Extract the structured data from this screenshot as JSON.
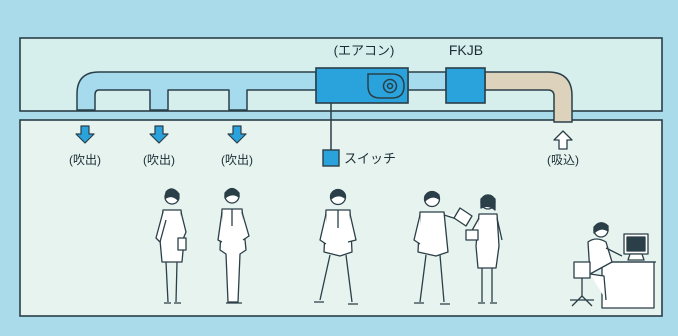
{
  "labels": {
    "aircon": "(エアコン)",
    "fkjb": "FKJB",
    "outlets": [
      "(吹出)",
      "(吹出)",
      "(吹出)"
    ],
    "switch": "スイッチ",
    "intake": "(吸込)"
  },
  "colors": {
    "background": "#a9dbea",
    "ceiling_space": "#d6eeec",
    "room": "#e6f3ee",
    "duct_supply": "#a6dbee",
    "duct_return": "#ddd3bd",
    "unit_blue": "#2aa3dd",
    "outline": "#2b3f48",
    "outlet_arrow": "#2aa3dd",
    "intake_arrow": "#ffffff"
  },
  "icons": {
    "outlet": "arrow-down-icon",
    "intake": "arrow-up-icon",
    "aircon_fan": "fan-icon",
    "switch": "square-icon"
  }
}
